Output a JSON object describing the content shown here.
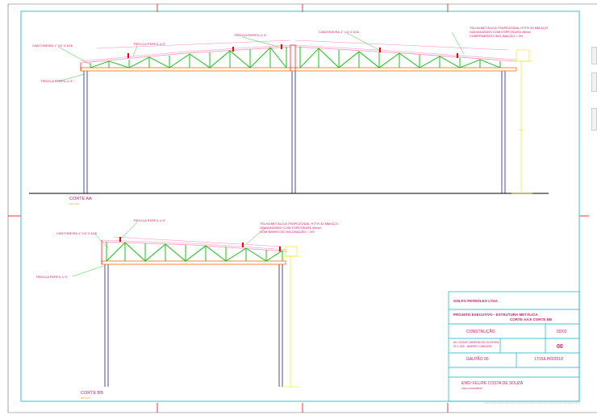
{
  "sections": {
    "aa": {
      "title": "CORTE AA",
      "note": "ESC 1:100"
    },
    "bb": {
      "title": "CORTE BB",
      "note": "ESC 1:100"
    }
  },
  "labels_aa": {
    "cantoneira_left": "CANTONEIRA 1\" 1/2 X 3/16",
    "treliça_top": "TRELIÇA PERFIL U 3\"",
    "treliça_mid": "TRELIÇA PERFIL U 3\"",
    "cantoneira_right": "CANTONEIRA 1\" 1/2 X 3/16",
    "telha_1": "TELHA METÁLICA TRAPEZOIDAL HTTR 40 MM AÇO",
    "telha_2": "GALVANIZADO COM ESPESSURA 43mm",
    "telha_3": "COMPRIMENTO INCLINAÇÃO = 3%",
    "treliça_left": "TRELIÇA PERFIL U 3\""
  },
  "labels_bb": {
    "treliça_top": "TRELIÇA PERFIL U 3\"",
    "cantoneira": "CANTONEIRA 1\" 1/2 X 3/16",
    "telha_1": "TELHA METÁLICA TRAPEZOIDAL HTTR 40 MM AÇO",
    "telha_2": "GALVANIZADO COM ESPESSURA 43mm",
    "telha_3": "COM BANHO DO INCLINAÇÃO = 3%",
    "treliça_left": "TRELIÇA PERFIL U 3\""
  },
  "title_block": {
    "company": "GOLFO PETRÓLEO LTDA",
    "project_1": "PROJETO EXECUTIVO - ESTRUTURA METÁLICA",
    "project_2": "CORTE AA E CORTE BB",
    "phase": "CONSTRUÇÃO",
    "sheet": "02/02",
    "address_1": "AV. GOIUR CAREON DE OLIVEIRA,",
    "address_2": "Nº 1.025 - BAIRRO CANGATA",
    "revision": "00",
    "building": "GALPÃO 00",
    "date": "17/JULHO/2018",
    "engineer": "ENGº FELIPE COSTA DE SOUZA",
    "crea": "CREA 2108788045"
  },
  "colors": {
    "frame": "#00b8c8",
    "truss": "#00c000",
    "roof": "#ff88bb",
    "beam": "#ff6600",
    "red": "#ff0000",
    "column": "#000080",
    "dim": "#e8e800",
    "label": "#d0206a",
    "ground": "#000000"
  }
}
